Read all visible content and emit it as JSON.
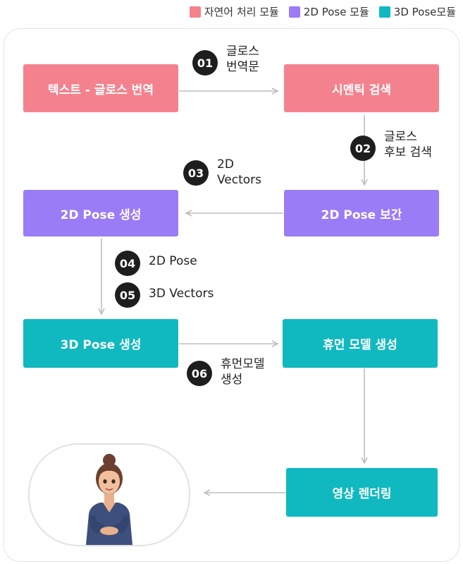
{
  "legend": [
    {
      "label": "자연어 처리 모듈",
      "color": "#f4828e"
    },
    {
      "label": "2D Pose 모듈",
      "color": "#9a7cf6"
    },
    {
      "label": "3D Pose모듈",
      "color": "#10b9bf"
    }
  ],
  "nodes": {
    "text_translation": "텍스트 - 글로스 번역",
    "semantic_search": "시멘틱 검색",
    "pose2d_interp": "2D Pose 보간",
    "pose2d_gen": "2D Pose 생성",
    "pose3d_gen": "3D Pose 생성",
    "human_model": "휴먼 모델 생성",
    "video_render": "영상 렌더링"
  },
  "steps": [
    {
      "num": "01",
      "label": "글로스\n번역문"
    },
    {
      "num": "02",
      "label": "글로스\n후보 검색"
    },
    {
      "num": "03",
      "label": "2D\nVectors"
    },
    {
      "num": "04",
      "label": "2D Pose"
    },
    {
      "num": "05",
      "label": "3D Vectors"
    },
    {
      "num": "06",
      "label": "휴먼모델\n생성"
    }
  ],
  "colors": {
    "nlp": "#f4828e",
    "pose2d": "#9a7cf6",
    "pose3d": "#10b9bf",
    "arrow": "#bdbdbd"
  }
}
